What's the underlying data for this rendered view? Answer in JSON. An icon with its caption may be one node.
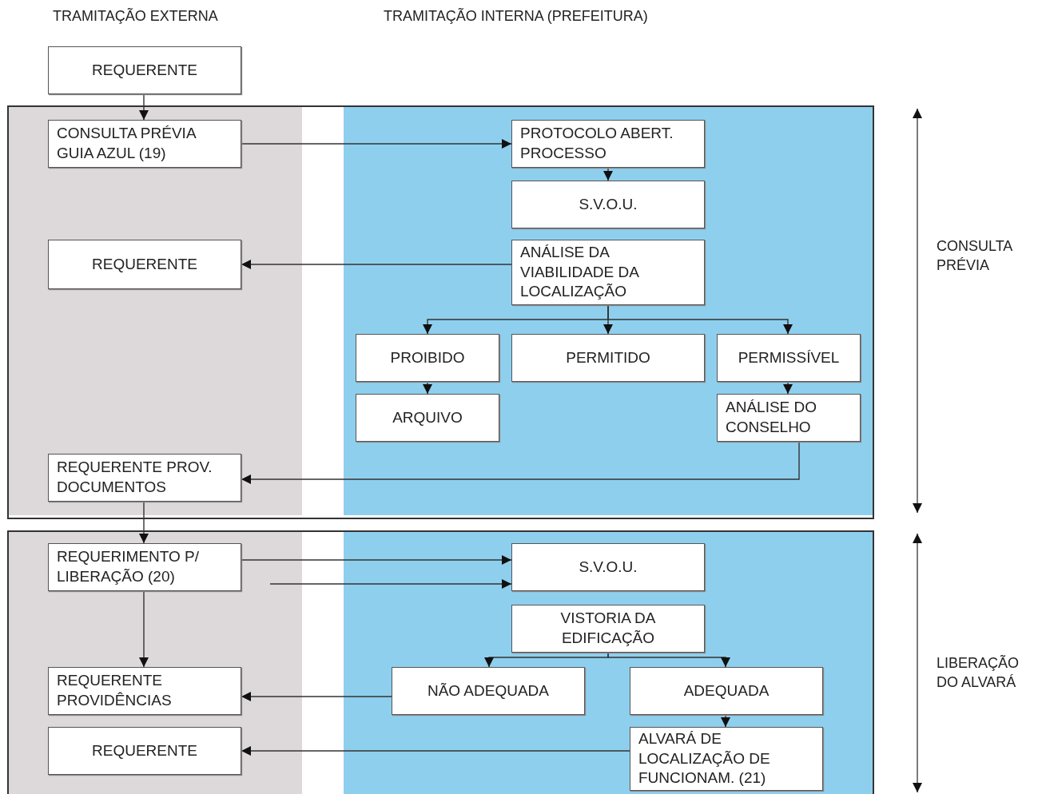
{
  "diagram": {
    "nodes": [
      {
        "text": [
          "REQUERENTE"
        ]
      },
      {
        "text": [
          "CONSULTA PRÉVIA GUIA AZUL (19)"
        ]
      },
      {
        "text": [
          "PROTOCOLO ABERT. PROCESSO"
        ]
      },
      {
        "text": [
          "S.V.O.U."
        ]
      },
      {
        "text": [
          "ANÁLISE DA VIABILIDADE DA LOCALIZAÇÃO"
        ]
      },
      {
        "text": [
          "REQUERENTE"
        ]
      },
      {
        "text": [
          "PROIBIDO"
        ]
      },
      {
        "text": [
          "PERMITIDO"
        ]
      },
      {
        "text": [
          "PERMISSÍVEL"
        ]
      },
      {
        "text": [
          "ARQUIVO"
        ]
      },
      {
        "text": [
          "ANÁLISE DO CONSELHO"
        ]
      },
      {
        "text": [
          "REQUERENTE PROV. DOCUMENTOS"
        ]
      },
      {
        "text": [
          "REQUERIMENTO P/ LIBERAÇÃO (20)"
        ]
      },
      {
        "text": [
          "S.V.O.U."
        ]
      },
      {
        "text": [
          "VISTORIA DA EDIFICAÇÃO"
        ]
      },
      {
        "text": [
          "NÃO ADEQUADA"
        ]
      },
      {
        "text": [
          "ADEQUADA"
        ]
      },
      {
        "text": [
          "REQUERENTE PROVIDÊNCIAS"
        ]
      },
      {
        "text": [
          "REQUERENTE"
        ]
      },
      {
        "text": [
          "ALVARÁ DE LOCALIZAÇÃO DE FUNCIONAM. (21)"
        ]
      }
    ],
    "edges": [
      {
        "from": 0,
        "to": 1,
        "arrow": "to"
      },
      {
        "from": 1,
        "to": 2,
        "arrow": "to"
      },
      {
        "from": 2,
        "to": 3,
        "arrow": "to"
      },
      {
        "from": 4,
        "to": 5,
        "arrow": "to"
      },
      {
        "from": 4,
        "to": 6,
        "arrow": "to"
      },
      {
        "from": 4,
        "to": 7,
        "arrow": "to"
      },
      {
        "from": 4,
        "to": 8,
        "arrow": "to"
      },
      {
        "from": 6,
        "to": 9,
        "arrow": "to"
      },
      {
        "from": 8,
        "to": 10,
        "arrow": "to"
      },
      {
        "from": 10,
        "to": 11,
        "arrow": "to"
      },
      {
        "from": 11,
        "to": 12,
        "arrow": "to"
      },
      {
        "from": 12,
        "to": 13,
        "arrow": "to"
      },
      {
        "from": null,
        "to": 13,
        "arrow": "to"
      },
      {
        "from": 12,
        "to": 17,
        "arrow": "to"
      },
      {
        "from": 14,
        "to": 15,
        "arrow": "to"
      },
      {
        "from": 14,
        "to": 16,
        "arrow": "to"
      },
      {
        "from": 15,
        "to": 17,
        "arrow": "to"
      },
      {
        "from": 16,
        "to": 19,
        "arrow": "to"
      },
      {
        "from": 19,
        "to": 18,
        "arrow": "to"
      }
    ],
    "labels": [
      "TRAMITAÇÃO EXTERNA",
      "TRAMITAÇÃO INTERNA (PREFEITURA)",
      "CONSULTA PRÉVIA",
      "LIBERAÇÃO DO ALVARÁ"
    ]
  }
}
